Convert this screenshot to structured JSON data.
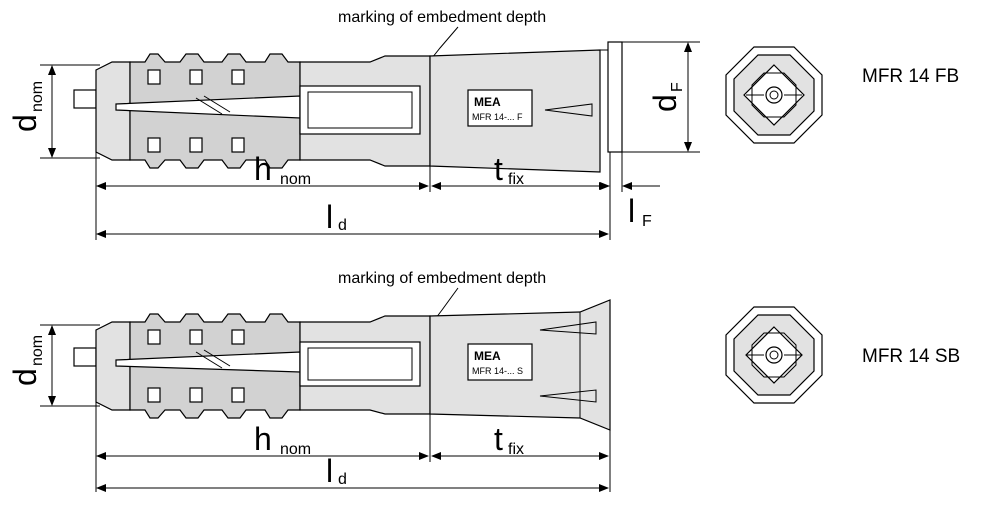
{
  "figures": [
    {
      "variant": "MFR 14 FB",
      "marking_note": "marking of embedment depth",
      "label_stamp_line1": "MEA",
      "label_stamp_line2": "MFR 14-... F",
      "dim_d_nom": {
        "main": "d",
        "sub": "nom"
      },
      "dim_d_F": {
        "main": "d",
        "sub": "F"
      },
      "dim_h_nom": {
        "main": "h",
        "sub": "nom"
      },
      "dim_t_fix": {
        "main": "t",
        "sub": "fix"
      },
      "dim_l_d": {
        "main": "l",
        "sub": "d"
      },
      "dim_l_F": {
        "main": "l",
        "sub": "F"
      }
    },
    {
      "variant": "MFR 14 SB",
      "marking_note": "marking of embedment depth",
      "label_stamp_line1": "MEA",
      "label_stamp_line2": "MFR 14-... S",
      "dim_d_nom": {
        "main": "d",
        "sub": "nom"
      },
      "dim_h_nom": {
        "main": "h",
        "sub": "nom"
      },
      "dim_t_fix": {
        "main": "t",
        "sub": "fix"
      },
      "dim_l_d": {
        "main": "l",
        "sub": "d"
      }
    }
  ]
}
